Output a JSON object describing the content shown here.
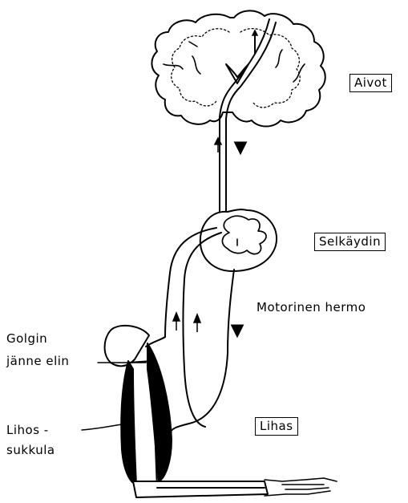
{
  "labels": {
    "brain": "Aivot",
    "spinal_cord": "Selkäydin",
    "motor_nerve": "Motorinen hermo",
    "golgi_line1": "Golgin",
    "golgi_line2": "jänne elin",
    "spindle_line1": "Lihos -",
    "spindle_line2": "sukkula",
    "muscle": "Lihas"
  },
  "colors": {
    "ink": "#000000",
    "paper": "#ffffff"
  }
}
